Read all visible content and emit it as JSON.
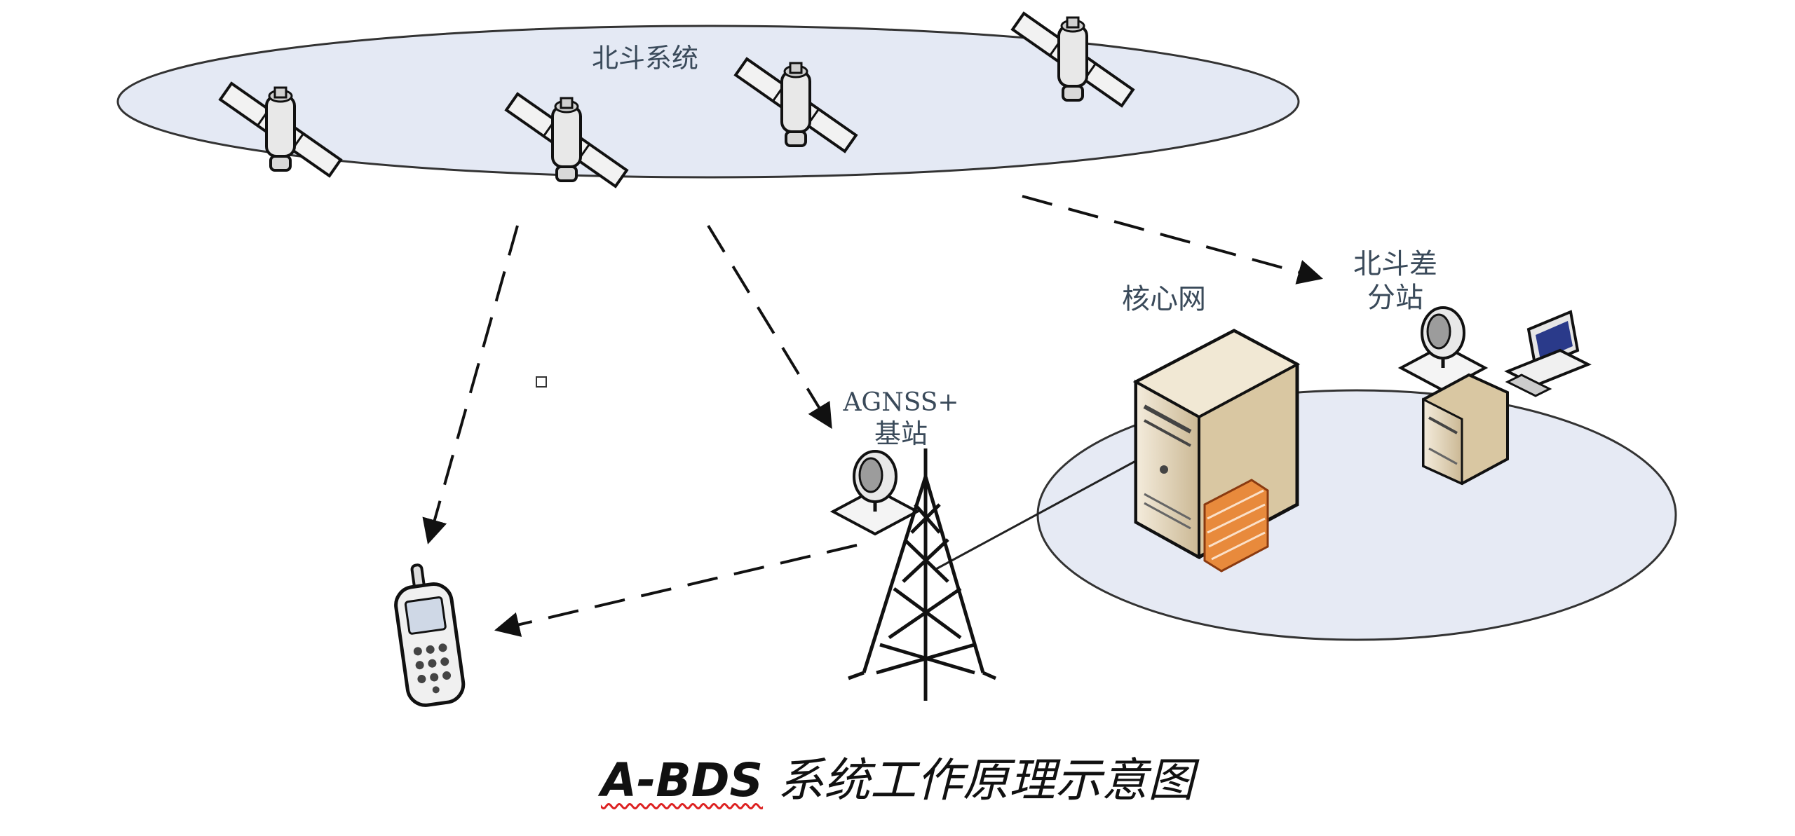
{
  "labels": {
    "beidou_system": "北斗系统",
    "core_network": "核心网",
    "diff_station_line1": "北斗差",
    "diff_station_line2": "分站",
    "agnss_line1": "AGNSS+",
    "agnss_line2": "基站"
  },
  "caption": {
    "latin": "A-BDS",
    "rest": "系统工作原理示意图"
  },
  "colors": {
    "orbit_fill": "#e4e9f4",
    "network_fill": "#e6eaf4",
    "server_fill": "#e8dcc4",
    "firewall": "#e88a3c"
  }
}
